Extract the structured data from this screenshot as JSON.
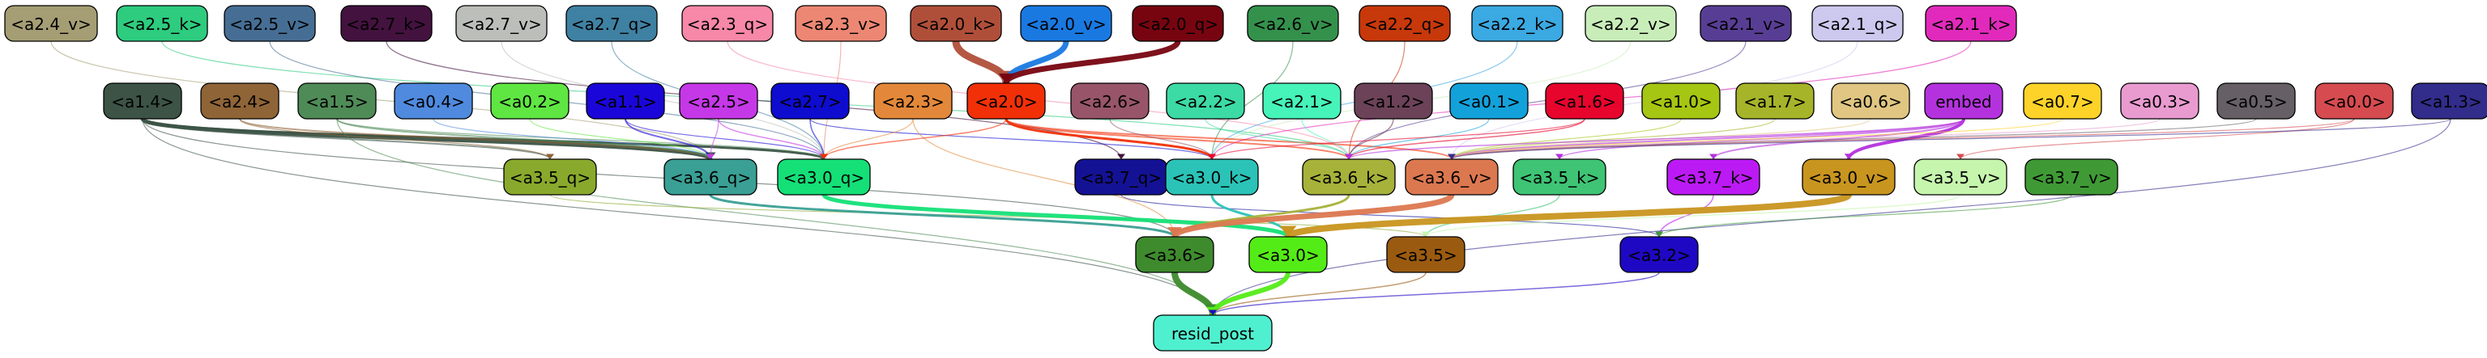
{
  "nodes": [
    {
      "id": "a2.4_v",
      "label": "<a2.4_v>",
      "color": "#a59e74",
      "text": "#000000"
    },
    {
      "id": "a2.5_k",
      "label": "<a2.5_k>",
      "color": "#2dcc7f",
      "text": "#000000"
    },
    {
      "id": "a2.5_v",
      "label": "<a2.5_v>",
      "color": "#466e94",
      "text": "#000000"
    },
    {
      "id": "a2.7_k",
      "label": "<a2.7_k>",
      "color": "#43123f",
      "text": "#000000"
    },
    {
      "id": "a2.7_v",
      "label": "<a2.7_v>",
      "color": "#bcbfb9",
      "text": "#000000"
    },
    {
      "id": "a2.7_q",
      "label": "<a2.7_q>",
      "color": "#3f81a3",
      "text": "#000000"
    },
    {
      "id": "a2.3_q",
      "label": "<a2.3_q>",
      "color": "#f788a8",
      "text": "#000000"
    },
    {
      "id": "a2.3_v",
      "label": "<a2.3_v>",
      "color": "#ec8773",
      "text": "#000000"
    },
    {
      "id": "a2.0_k",
      "label": "<a2.0_k>",
      "color": "#b04f39",
      "text": "#000000"
    },
    {
      "id": "a2.0_v",
      "label": "<a2.0_v>",
      "color": "#1979e1",
      "text": "#000000"
    },
    {
      "id": "a2.0_q",
      "label": "<a2.0_q>",
      "color": "#770510",
      "text": "#000000"
    },
    {
      "id": "a2.6_v",
      "label": "<a2.6_v>",
      "color": "#34914c",
      "text": "#000000"
    },
    {
      "id": "a2.2_q",
      "label": "<a2.2_q>",
      "color": "#c7380b",
      "text": "#000000"
    },
    {
      "id": "a2.2_k",
      "label": "<a2.2_k>",
      "color": "#3ba9e2",
      "text": "#000000"
    },
    {
      "id": "a2.2_v",
      "label": "<a2.2_v>",
      "color": "#c8edb9",
      "text": "#000000"
    },
    {
      "id": "a2.1_v",
      "label": "<a2.1_v>",
      "color": "#583d94",
      "text": "#000000"
    },
    {
      "id": "a2.1_q",
      "label": "<a2.1_q>",
      "color": "#cdc8ee",
      "text": "#000000"
    },
    {
      "id": "a2.1_k",
      "label": "<a2.1_k>",
      "color": "#e12abb",
      "text": "#000000"
    },
    {
      "id": "a1.4",
      "label": "<a1.4>",
      "color": "#3c5346",
      "text": "#000000"
    },
    {
      "id": "a2.4",
      "label": "<a2.4>",
      "color": "#8f6437",
      "text": "#000000"
    },
    {
      "id": "a1.5",
      "label": "<a1.5>",
      "color": "#4f8b57",
      "text": "#000000"
    },
    {
      "id": "a0.4",
      "label": "<a0.4>",
      "color": "#4f8adf",
      "text": "#000000"
    },
    {
      "id": "a0.2",
      "label": "<a0.2>",
      "color": "#5fe643",
      "text": "#000000"
    },
    {
      "id": "a1.1",
      "label": "<a1.1>",
      "color": "#1a06d8",
      "text": "#000000"
    },
    {
      "id": "a2.5",
      "label": "<a2.5>",
      "color": "#c538e7",
      "text": "#000000"
    },
    {
      "id": "a2.7",
      "label": "<a2.7>",
      "color": "#0e0ccf",
      "text": "#000000"
    },
    {
      "id": "a2.3",
      "label": "<a2.3>",
      "color": "#e3883a",
      "text": "#000000"
    },
    {
      "id": "a2.0",
      "label": "<a2.0>",
      "color": "#f13008",
      "text": "#000000"
    },
    {
      "id": "a2.6",
      "label": "<a2.6>",
      "color": "#985569",
      "text": "#000000"
    },
    {
      "id": "a2.2",
      "label": "<a2.2>",
      "color": "#3cdaa5",
      "text": "#000000"
    },
    {
      "id": "a2.1",
      "label": "<a2.1>",
      "color": "#46f3b9",
      "text": "#000000"
    },
    {
      "id": "a1.2",
      "label": "<a1.2>",
      "color": "#6b4257",
      "text": "#000000"
    },
    {
      "id": "a0.1",
      "label": "<a0.1>",
      "color": "#13a1da",
      "text": "#000000"
    },
    {
      "id": "a1.6",
      "label": "<a1.6>",
      "color": "#e7042d",
      "text": "#000000"
    },
    {
      "id": "a1.0",
      "label": "<a1.0>",
      "color": "#a5c612",
      "text": "#000000"
    },
    {
      "id": "a1.7",
      "label": "<a1.7>",
      "color": "#a6b42a",
      "text": "#000000"
    },
    {
      "id": "a0.6",
      "label": "<a0.6>",
      "color": "#e0c682",
      "text": "#000000"
    },
    {
      "id": "embed",
      "label": "embed",
      "color": "#b432de",
      "text": "#000000"
    },
    {
      "id": "a0.7",
      "label": "<a0.7>",
      "color": "#fdd329",
      "text": "#000000"
    },
    {
      "id": "a0.3",
      "label": "<a0.3>",
      "color": "#e99bd0",
      "text": "#000000"
    },
    {
      "id": "a0.5",
      "label": "<a0.5>",
      "color": "#665f66",
      "text": "#000000"
    },
    {
      "id": "a0.0",
      "label": "<a0.0>",
      "color": "#d64b4f",
      "text": "#000000"
    },
    {
      "id": "a1.3",
      "label": "<a1.3>",
      "color": "#322c8b",
      "text": "#000000"
    },
    {
      "id": "a3.5_q",
      "label": "<a3.5_q>",
      "color": "#89a92c",
      "text": "#000000"
    },
    {
      "id": "a3.6_q",
      "label": "<a3.6_q>",
      "color": "#3a9f94",
      "text": "#000000"
    },
    {
      "id": "a3.0_q",
      "label": "<a3.0_q>",
      "color": "#14e077",
      "text": "#000000"
    },
    {
      "id": "a3.7_q",
      "label": "<a3.7_q>",
      "color": "#141294",
      "text": "#000000"
    },
    {
      "id": "a3.0_k",
      "label": "<a3.0_k>",
      "color": "#2bc3b7",
      "text": "#000000"
    },
    {
      "id": "a3.6_k",
      "label": "<a3.6_k>",
      "color": "#a6b23a",
      "text": "#000000"
    },
    {
      "id": "a3.6_v",
      "label": "<a3.6_v>",
      "color": "#dc7850",
      "text": "#000000"
    },
    {
      "id": "a3.5_k",
      "label": "<a3.5_k>",
      "color": "#3ec474",
      "text": "#000000"
    },
    {
      "id": "a3.7_k",
      "label": "<a3.7_k>",
      "color": "#bc1af4",
      "text": "#000000"
    },
    {
      "id": "a3.0_v",
      "label": "<a3.0_v>",
      "color": "#c8951f",
      "text": "#000000"
    },
    {
      "id": "a3.5_v",
      "label": "<a3.5_v>",
      "color": "#c6f5ad",
      "text": "#000000"
    },
    {
      "id": "a3.7_v",
      "label": "<a3.7_v>",
      "color": "#3f9a35",
      "text": "#000000"
    },
    {
      "id": "a3.6",
      "label": "<a3.6>",
      "color": "#3e8b2d",
      "text": "#000000"
    },
    {
      "id": "a3.0",
      "label": "<a3.0>",
      "color": "#54ec17",
      "text": "#000000"
    },
    {
      "id": "a3.5",
      "label": "<a3.5>",
      "color": "#9a5b10",
      "text": "#000000"
    },
    {
      "id": "a3.2",
      "label": "<a3.2>",
      "color": "#1f08c3",
      "text": "#000000"
    },
    {
      "id": "resid_post",
      "label": "resid_post",
      "color": "#4ff0cf",
      "text": "#000000"
    }
  ],
  "edges": [
    {
      "from": "a2.4_v",
      "to": "a3.6_q",
      "color": "#a59e74",
      "w": 1.2
    },
    {
      "from": "a2.5_k",
      "to": "a3.6_k",
      "color": "#2dcc7f",
      "w": 1.2
    },
    {
      "from": "a2.5_v",
      "to": "a3.0_q",
      "color": "#466e94",
      "w": 1.2
    },
    {
      "from": "a2.7_k",
      "to": "a3.7_q",
      "color": "#43123f",
      "w": 1.2
    },
    {
      "from": "a2.7_v",
      "to": "a3.0_q",
      "color": "#bcbfb9",
      "w": 1.2
    },
    {
      "from": "a2.7_q",
      "to": "a3.0_q",
      "color": "#3f81a3",
      "w": 1.2
    },
    {
      "from": "a2.3_q",
      "to": "a3.6_k",
      "color": "#f788a8",
      "w": 1.2
    },
    {
      "from": "a2.3_v",
      "to": "a3.0_q",
      "color": "#ec8773",
      "w": 1.2
    },
    {
      "from": "a2.0_k",
      "to": "a2.0",
      "color": "#b04f39",
      "w": 9
    },
    {
      "from": "a2.0_v",
      "to": "a2.0",
      "color": "#1979e1",
      "w": 7
    },
    {
      "from": "a2.0_q",
      "to": "a2.0",
      "color": "#770510",
      "w": 7
    },
    {
      "from": "a2.6_v",
      "to": "a3.0_k",
      "color": "#34914c",
      "w": 1.2
    },
    {
      "from": "a2.2_q",
      "to": "a3.6_k",
      "color": "#c7380b",
      "w": 1.2
    },
    {
      "from": "a2.2_k",
      "to": "a3.0_k",
      "color": "#3ba9e2",
      "w": 1.2
    },
    {
      "from": "a2.2_v",
      "to": "a3.0_k",
      "color": "#c8edb9",
      "w": 1.2
    },
    {
      "from": "a2.1_v",
      "to": "a3.6_k",
      "color": "#583d94",
      "w": 1.2
    },
    {
      "from": "a2.1_q",
      "to": "a3.6_v",
      "color": "#cdc8ee",
      "w": 1.2
    },
    {
      "from": "a2.1_k",
      "to": "a3.0_k",
      "color": "#e12abb",
      "w": 1.2
    },
    {
      "from": "a1.4",
      "to": "a3.6_q",
      "color": "#3c5346",
      "w": 5
    },
    {
      "from": "a1.4",
      "to": "a3.0_q",
      "color": "#3c5346",
      "w": 3
    },
    {
      "from": "a1.4",
      "to": "a3.5_q",
      "color": "#3c5346",
      "w": 2
    },
    {
      "from": "a1.4",
      "to": "a3.6",
      "color": "#3c5346",
      "w": 1.2
    },
    {
      "from": "a1.4",
      "to": "resid_post",
      "color": "#3c5346",
      "w": 1.2
    },
    {
      "from": "a2.4",
      "to": "a3.6_q",
      "color": "#8f6437",
      "w": 2
    },
    {
      "from": "a2.4",
      "to": "a3.5_q",
      "color": "#8f6437",
      "w": 1.2
    },
    {
      "from": "a1.5",
      "to": "a3.6_q",
      "color": "#4f8b57",
      "w": 2
    },
    {
      "from": "a1.5",
      "to": "a3.0_q",
      "color": "#4f8b57",
      "w": 1.2
    },
    {
      "from": "a1.5",
      "to": "resid_post",
      "color": "#4f8b57",
      "w": 1.2
    },
    {
      "from": "a0.4",
      "to": "a3.6_q",
      "color": "#4f8adf",
      "w": 1.2
    },
    {
      "from": "a0.2",
      "to": "a3.6_q",
      "color": "#5fe643",
      "w": 1.2
    },
    {
      "from": "a1.1",
      "to": "a3.6_q",
      "color": "#1a06d8",
      "w": 2
    },
    {
      "from": "a1.1",
      "to": "a3.0_q",
      "color": "#1a06d8",
      "w": 1.2
    },
    {
      "from": "a2.5",
      "to": "a3.0_q",
      "color": "#c538e7",
      "w": 1.5
    },
    {
      "from": "a2.5",
      "to": "a3.6_q",
      "color": "#c538e7",
      "w": 1.2
    },
    {
      "from": "a2.7",
      "to": "a3.0_q",
      "color": "#0e0ccf",
      "w": 1.5
    },
    {
      "from": "a2.7",
      "to": "a3.0_k",
      "color": "#0e0ccf",
      "w": 1.2
    },
    {
      "from": "a2.3",
      "to": "a3.0_q",
      "color": "#e3883a",
      "w": 1.2
    },
    {
      "from": "a2.3",
      "to": "a3.6",
      "color": "#e3883a",
      "w": 1.2
    },
    {
      "from": "a2.0",
      "to": "a3.0_k",
      "color": "#f13008",
      "w": 3
    },
    {
      "from": "a2.0",
      "to": "a3.6_k",
      "color": "#f13008",
      "w": 2
    },
    {
      "from": "a2.0",
      "to": "a3.6_v",
      "color": "#f13008",
      "w": 2
    },
    {
      "from": "a2.0",
      "to": "a3.0_q",
      "color": "#f13008",
      "w": 1.5
    },
    {
      "from": "a2.6",
      "to": "a3.0_k",
      "color": "#985569",
      "w": 1.2
    },
    {
      "from": "a2.2",
      "to": "a3.6_k",
      "color": "#3cdaa5",
      "w": 1.2
    },
    {
      "from": "a2.1",
      "to": "a3.6_k",
      "color": "#46f3b9",
      "w": 1.2
    },
    {
      "from": "a1.2",
      "to": "a3.6_k",
      "color": "#6b4257",
      "w": 1.5
    },
    {
      "from": "a0.1",
      "to": "a3.6_k",
      "color": "#13a1da",
      "w": 1.2
    },
    {
      "from": "a1.6",
      "to": "a3.6_k",
      "color": "#e7042d",
      "w": 1.5
    },
    {
      "from": "a1.6",
      "to": "a3.0_k",
      "color": "#e7042d",
      "w": 1.2
    },
    {
      "from": "a1.0",
      "to": "a3.6_v",
      "color": "#a5c612",
      "w": 1.2
    },
    {
      "from": "a1.7",
      "to": "a3.6_v",
      "color": "#a6b42a",
      "w": 1.2
    },
    {
      "from": "a0.6",
      "to": "a3.6_v",
      "color": "#e0c682",
      "w": 1.2
    },
    {
      "from": "embed",
      "to": "a3.0_v",
      "color": "#b432de",
      "w": 4
    },
    {
      "from": "embed",
      "to": "a3.7_k",
      "color": "#b432de",
      "w": 2
    },
    {
      "from": "embed",
      "to": "a3.6_v",
      "color": "#b432de",
      "w": 2
    },
    {
      "from": "embed",
      "to": "a3.5_k",
      "color": "#b432de",
      "w": 1.5
    },
    {
      "from": "embed",
      "to": "a3.6_k",
      "color": "#b432de",
      "w": 1.5
    },
    {
      "from": "a0.7",
      "to": "a3.6_v",
      "color": "#fdd329",
      "w": 1.2
    },
    {
      "from": "a0.3",
      "to": "a3.6_v",
      "color": "#e99bd0",
      "w": 1.2
    },
    {
      "from": "a0.5",
      "to": "a3.6_v",
      "color": "#665f66",
      "w": 1.2
    },
    {
      "from": "a0.0",
      "to": "a3.6_v",
      "color": "#d64b4f",
      "w": 1.2
    },
    {
      "from": "a0.0",
      "to": "a3.5_v",
      "color": "#d64b4f",
      "w": 1.2
    },
    {
      "from": "a1.3",
      "to": "a3.6_v",
      "color": "#322c8b",
      "w": 1.2
    },
    {
      "from": "a1.3",
      "to": "resid_post",
      "color": "#322c8b",
      "w": 1.2
    },
    {
      "from": "a3.5_q",
      "to": "a3.5",
      "color": "#89a92c",
      "w": 1.2
    },
    {
      "from": "a3.6_q",
      "to": "a3.6",
      "color": "#3a9f94",
      "w": 3
    },
    {
      "from": "a3.0_q",
      "to": "a3.0",
      "color": "#14e077",
      "w": 5
    },
    {
      "from": "a3.7_q",
      "to": "a3.2",
      "color": "#141294",
      "w": 1.2
    },
    {
      "from": "a3.0_k",
      "to": "a3.0",
      "color": "#2bc3b7",
      "w": 3
    },
    {
      "from": "a3.6_k",
      "to": "a3.6",
      "color": "#a6b23a",
      "w": 3
    },
    {
      "from": "a3.6_v",
      "to": "a3.6",
      "color": "#dc7850",
      "w": 7
    },
    {
      "from": "a3.5_k",
      "to": "a3.5",
      "color": "#3ec474",
      "w": 1.5
    },
    {
      "from": "a3.7_k",
      "to": "a3.2",
      "color": "#bc1af4",
      "w": 1.5
    },
    {
      "from": "a3.0_v",
      "to": "a3.0",
      "color": "#c8951f",
      "w": 8
    },
    {
      "from": "a3.5_v",
      "to": "a3.5",
      "color": "#c6f5ad",
      "w": 1.5
    },
    {
      "from": "a3.7_v",
      "to": "a3.2",
      "color": "#3f9a35",
      "w": 1.2
    },
    {
      "from": "a3.6",
      "to": "resid_post",
      "color": "#3e8b2d",
      "w": 8
    },
    {
      "from": "a3.0",
      "to": "resid_post",
      "color": "#54ec17",
      "w": 6
    },
    {
      "from": "a3.5",
      "to": "resid_post",
      "color": "#9a5b10",
      "w": 1.5
    },
    {
      "from": "a3.2",
      "to": "resid_post",
      "color": "#1f08c3",
      "w": 1.5
    }
  ]
}
